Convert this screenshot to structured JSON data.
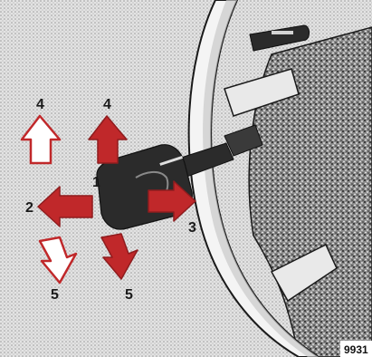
{
  "diagram": {
    "labels": {
      "lever": "1",
      "up_outline": "4",
      "up_filled": "4",
      "left": "2",
      "right": "3",
      "down_outline": "5",
      "down_filled": "5"
    },
    "reference_number": "9931",
    "colors": {
      "arrow_fill": "#c0282a",
      "arrow_outline_fill": "#ffffff",
      "arrow_stroke": "#c0282a",
      "background_gray": "#d9d9d9",
      "wheel_dark": "#2b2b2b",
      "pad_speckle": "#6e6e6e"
    }
  }
}
